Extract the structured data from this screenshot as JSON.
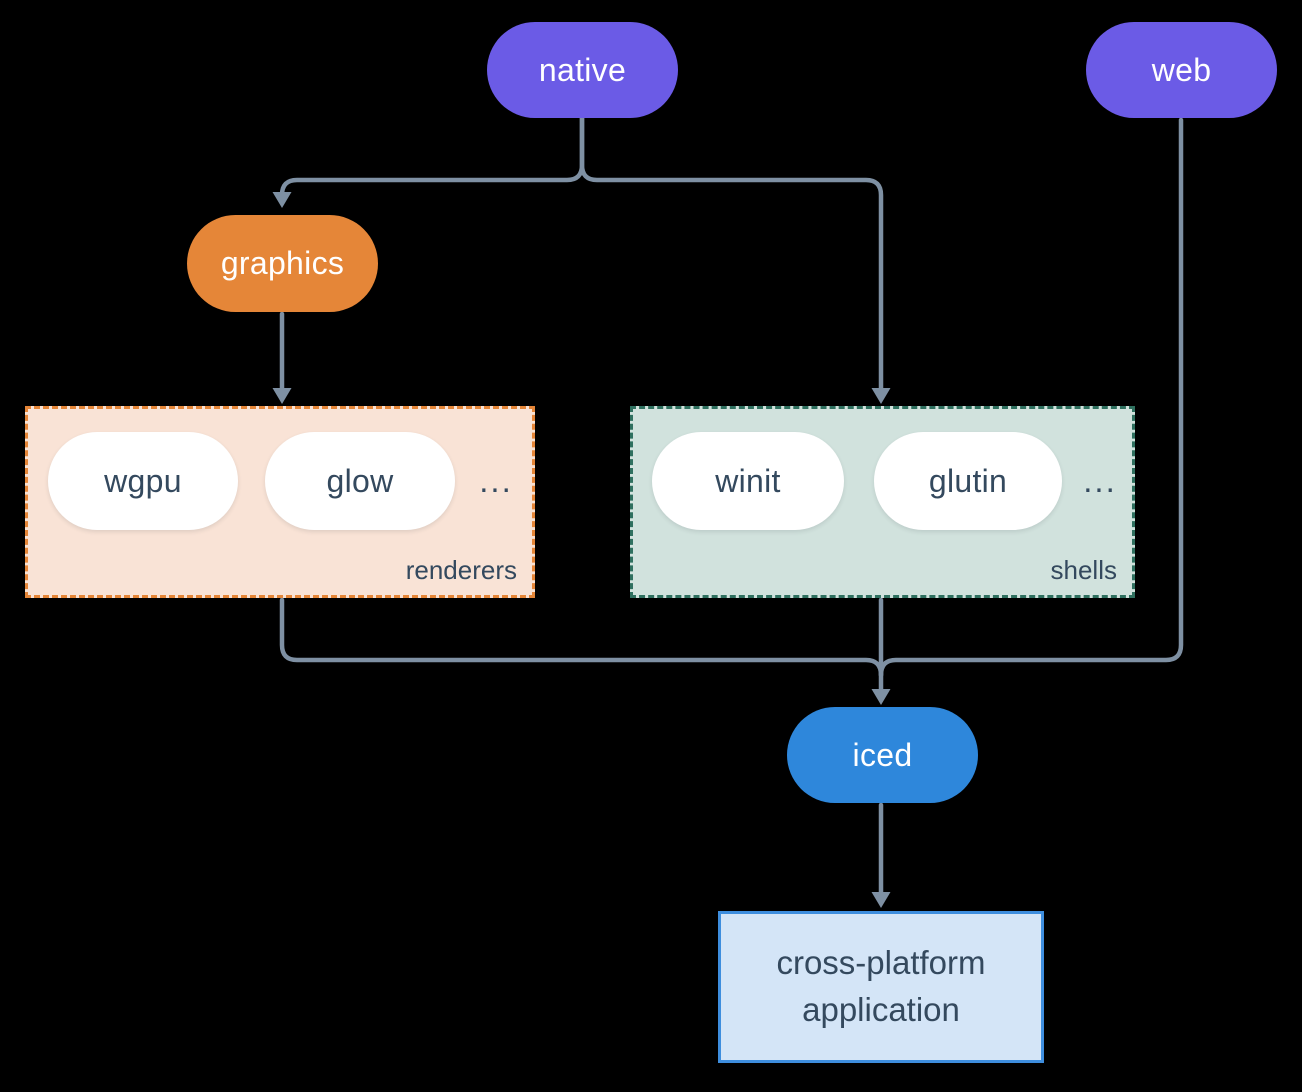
{
  "diagram": {
    "background_color": "#000000",
    "line_color": "#7E90A3",
    "nodes": {
      "native": {
        "label": "native",
        "color": "#6B5BE6",
        "text_color": "#FFFFFF"
      },
      "web": {
        "label": "web",
        "color": "#6B5BE6",
        "text_color": "#FFFFFF"
      },
      "graphics": {
        "label": "graphics",
        "color": "#E58638",
        "text_color": "#FFFFFF"
      },
      "iced": {
        "label": "iced",
        "color": "#2E87DB",
        "text_color": "#FFFFFF"
      },
      "application": {
        "label": "cross-platform application",
        "bg": "#D4E5F7",
        "border": "#3E8EDE",
        "text_color": "#34495E"
      }
    },
    "groups": {
      "renderers": {
        "label": "renderers",
        "bg": "#F9E3D6",
        "border": "#E58638",
        "items": [
          {
            "label": "wgpu"
          },
          {
            "label": "glow"
          }
        ],
        "ellipsis": "...",
        "item_bg": "#FFFFFF",
        "item_text_color": "#34495E"
      },
      "shells": {
        "label": "shells",
        "bg": "#D1E2DD",
        "border": "#2F705F",
        "items": [
          {
            "label": "winit"
          },
          {
            "label": "glutin"
          }
        ],
        "ellipsis": "...",
        "item_bg": "#FFFFFF",
        "item_text_color": "#34495E"
      }
    },
    "edges": [
      {
        "from": "native",
        "to": "graphics"
      },
      {
        "from": "native",
        "to": "shells"
      },
      {
        "from": "graphics",
        "to": "renderers"
      },
      {
        "from": "renderers",
        "to": "iced"
      },
      {
        "from": "shells",
        "to": "iced"
      },
      {
        "from": "web",
        "to": "iced"
      },
      {
        "from": "iced",
        "to": "application"
      }
    ]
  }
}
